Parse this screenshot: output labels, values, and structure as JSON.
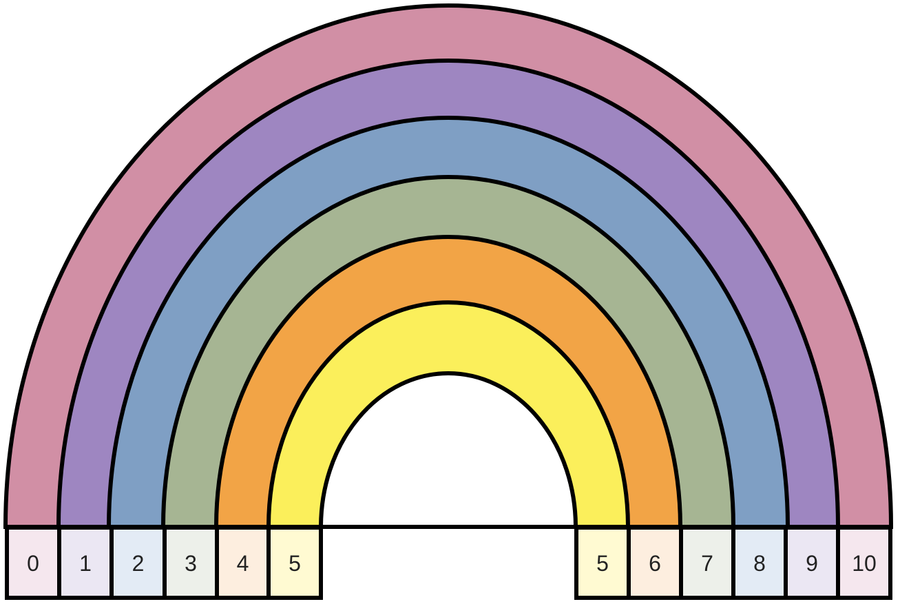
{
  "bands": [
    {
      "color": "#D18FA5",
      "swatch": "#F5E7EE",
      "left_label": "0",
      "right_label": "10"
    },
    {
      "color": "#9E86C1",
      "swatch": "#EBE7F3",
      "left_label": "1",
      "right_label": "9"
    },
    {
      "color": "#7F9FC4",
      "swatch": "#E3EBF5",
      "left_label": "2",
      "right_label": "8"
    },
    {
      "color": "#A6B593",
      "swatch": "#EDF0EA",
      "left_label": "3",
      "right_label": "7"
    },
    {
      "color": "#F2A446",
      "swatch": "#FDEEDF",
      "left_label": "4",
      "right_label": "6"
    },
    {
      "color": "#FBEF5B",
      "swatch": "#FFFAD2",
      "left_label": "5",
      "right_label": "5"
    }
  ],
  "colors": {
    "outline": "#000000",
    "background": "#FFFFFF",
    "label": "#222222"
  }
}
